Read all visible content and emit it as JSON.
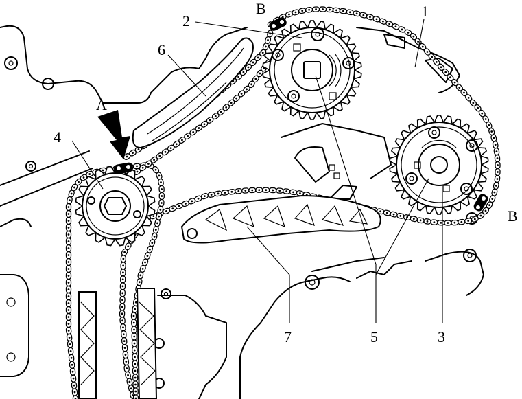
{
  "callouts": {
    "n1": "1",
    "n2": "2",
    "n3": "3",
    "n4": "4",
    "n5": "5",
    "n6": "6",
    "n7": "7",
    "A": "A",
    "B_top": "B",
    "B_right": "B"
  }
}
